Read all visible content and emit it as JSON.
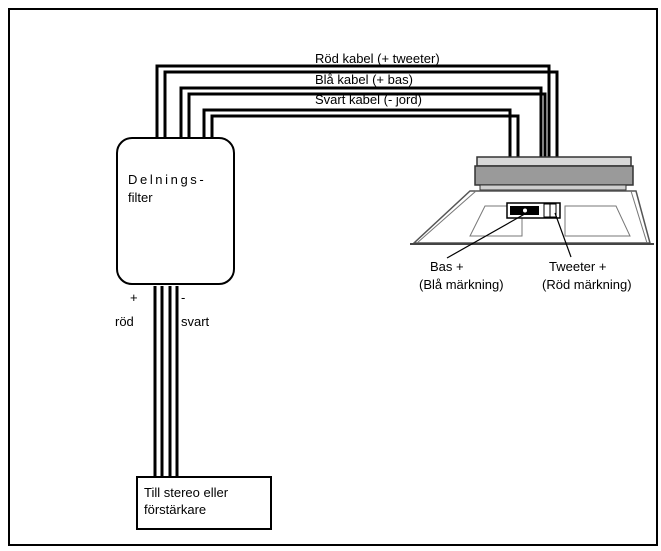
{
  "wires": {
    "red": "Röd kabel (+ tweeter)",
    "blue": "Blå kabel (+ bas)",
    "black": "Svart kabel (- jord)"
  },
  "crossover": {
    "line1": "Delnings-",
    "line2": "filter"
  },
  "input_terminals": {
    "plus_sign": "+",
    "plus_label": "röd",
    "minus_sign": "-",
    "minus_label": "svart"
  },
  "speaker": {
    "bass_label": "Bas +",
    "bass_marking": "(Blå märkning)",
    "tweeter_label": "Tweeter +",
    "tweeter_marking": "(Röd märkning)"
  },
  "source": {
    "line1": "Till stereo eller",
    "line2": "förstärkare"
  }
}
